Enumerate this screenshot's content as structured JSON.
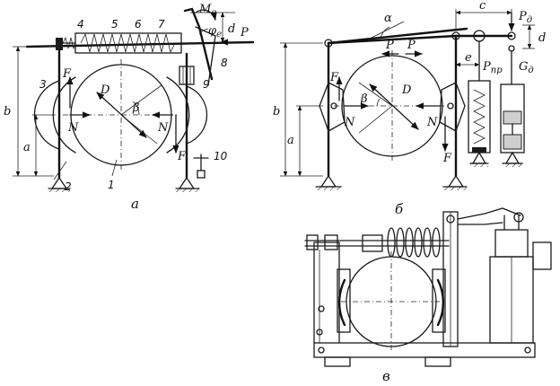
{
  "panel_a": {
    "caption": "а",
    "numbers": [
      "4",
      "5",
      "6",
      "7",
      "8",
      "9",
      "3",
      "2",
      "1",
      "10"
    ],
    "labels": {
      "moment": "M",
      "moment_sub": "e",
      "phi": "φ",
      "phi_sub": "e",
      "d": "d",
      "P": "P",
      "b": "b",
      "a": "a",
      "F_left": "F",
      "F_right": "F",
      "N_left": "N",
      "N_right": "N",
      "beta": "β",
      "D": "D"
    }
  },
  "panel_b": {
    "caption": "б",
    "labels": {
      "alpha": "α",
      "c": "c",
      "P_top": "P",
      "P_top_sub": "д",
      "d": "d",
      "P_mid1": "P",
      "P_mid2": "P",
      "e": "e",
      "P_spring": "P",
      "P_spring_sub": "пр",
      "G": "G",
      "G_sub": "д",
      "F_left": "F",
      "F_right": "F",
      "b": "b",
      "a": "a",
      "N_left": "N",
      "N_right": "N",
      "beta": "β",
      "D": "D"
    }
  },
  "panel_v": {
    "caption": "в"
  }
}
